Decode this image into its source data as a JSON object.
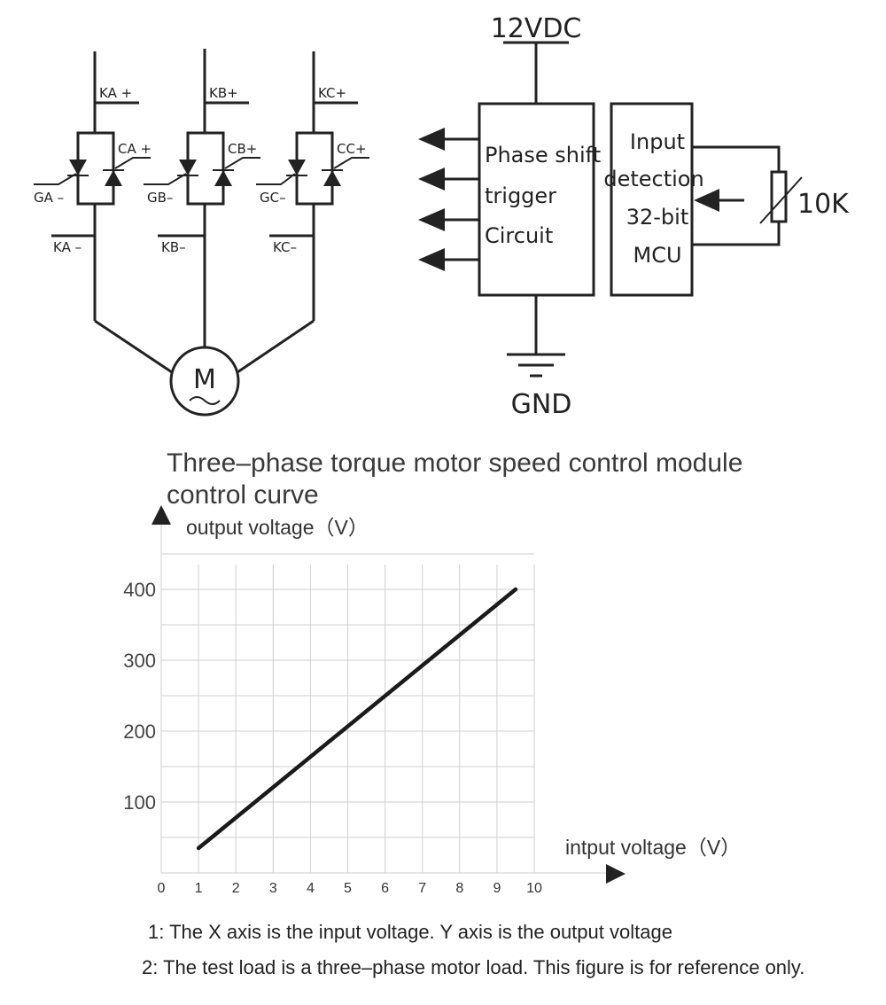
{
  "circuit": {
    "scr_labels": {
      "ka_plus": "KA +",
      "kb_plus": "KB+",
      "kc_plus": "KC+",
      "ca_plus": "CA +",
      "cb_plus": "CB+",
      "cc_plus": "CC+",
      "ga_minus": "GA –",
      "gb_minus": "GB–",
      "gc_minus": "GC–",
      "ka_minus": "KA –",
      "kb_minus": "KB–",
      "kc_minus": "KC–"
    },
    "motor_label": "M",
    "supply": "12VDC",
    "ground": "GND",
    "trigger_block": [
      "Phase shift",
      "trigger",
      "Circuit"
    ],
    "mcu_block": [
      "Input",
      "detection",
      "32-bit",
      "MCU"
    ],
    "pot_label": "10K"
  },
  "chart_data": {
    "type": "line",
    "title_lines": [
      "Three–phase torque motor speed control module",
      "control curve"
    ],
    "ylabel": "output voltage（V）",
    "xlabel": "intput voltage（V）",
    "x_ticks": [
      "0",
      "1",
      "2",
      "3",
      "4",
      "5",
      "6",
      "7",
      "8",
      "9",
      "10"
    ],
    "y_ticks": [
      "100",
      "200",
      "300",
      "400"
    ],
    "xlim": [
      0,
      10
    ],
    "ylim": [
      0,
      450
    ],
    "grid": true,
    "series": [
      {
        "x": [
          1,
          9.5
        ],
        "y": [
          35,
          400
        ]
      }
    ]
  },
  "notes": [
    "1: The X axis is the input voltage. Y axis is the output voltage",
    "2: The test load is a three–phase motor load. This figure is for reference only."
  ]
}
